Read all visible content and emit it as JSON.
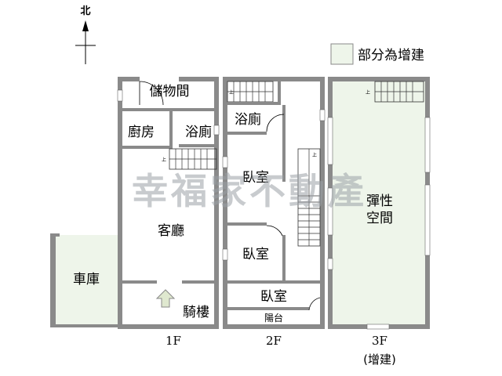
{
  "compass": {
    "label": "北"
  },
  "legend": {
    "label": "部分為增建",
    "swatch_color": "#eef5ea"
  },
  "watermark": {
    "text": "幸福家不動產"
  },
  "floors": {
    "f1": {
      "caption": "1F",
      "rooms": {
        "storage": "儲物間",
        "kitchen": "廚房",
        "bath": "浴廁",
        "living": "客廳",
        "arcade": "騎樓",
        "garage": "車庫"
      },
      "stair_mark": "上"
    },
    "f2": {
      "caption": "2F",
      "rooms": {
        "bath": "浴廁",
        "bedroom1": "臥室",
        "bedroom2": "臥室",
        "bedroom3": "臥室",
        "balcony": "陽台"
      },
      "stair_mark_top": "上",
      "stair_mark_mid": "上"
    },
    "f3": {
      "caption": "3F",
      "sub_caption": "(增建)",
      "rooms": {
        "flex_line1": "彈性",
        "flex_line2": "空間"
      },
      "stair_mark": "上"
    }
  },
  "colors": {
    "extension_fill": "#eef5ea",
    "wall": "#8a8a8a",
    "arrow_fill": "#dfe8cf"
  }
}
